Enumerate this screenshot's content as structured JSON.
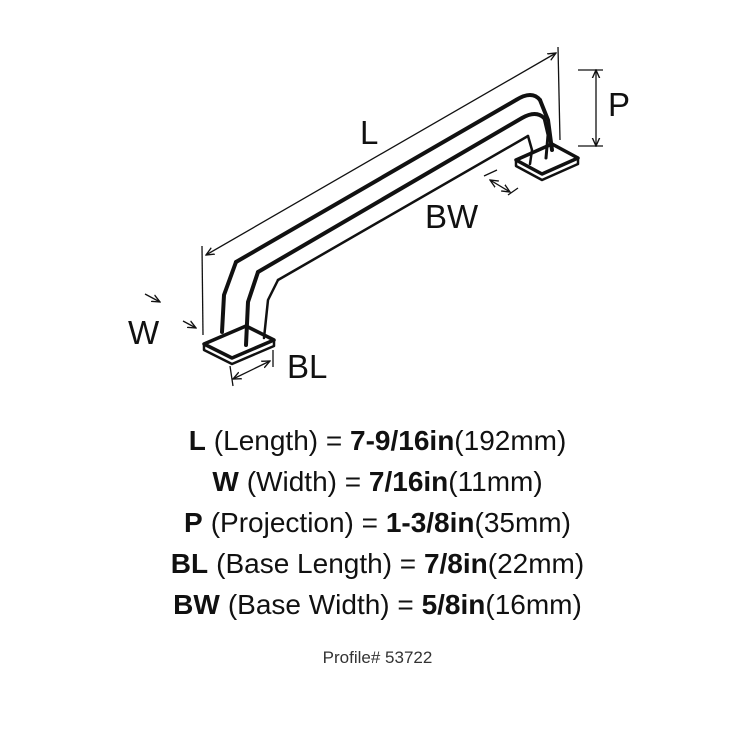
{
  "diagram": {
    "labels": {
      "L": "L",
      "W": "W",
      "P": "P",
      "BL": "BL",
      "BW": "BW"
    }
  },
  "specs": [
    {
      "letter": "L",
      "name": "(Length)",
      "value": "7-9/16in",
      "metric": "(192mm)"
    },
    {
      "letter": "W",
      "name": "(Width)",
      "value": "7/16in",
      "metric": "(11mm)"
    },
    {
      "letter": "P",
      "name": "(Projection)",
      "value": "1-3/8in",
      "metric": "(35mm)"
    },
    {
      "letter": "BL",
      "name": "(Base Length)",
      "value": "7/8in",
      "metric": "(22mm)"
    },
    {
      "letter": "BW",
      "name": "(Base Width)",
      "value": "5/8in",
      "metric": "(16mm)"
    }
  ],
  "equals": "=",
  "profile": "Profile# 53722"
}
